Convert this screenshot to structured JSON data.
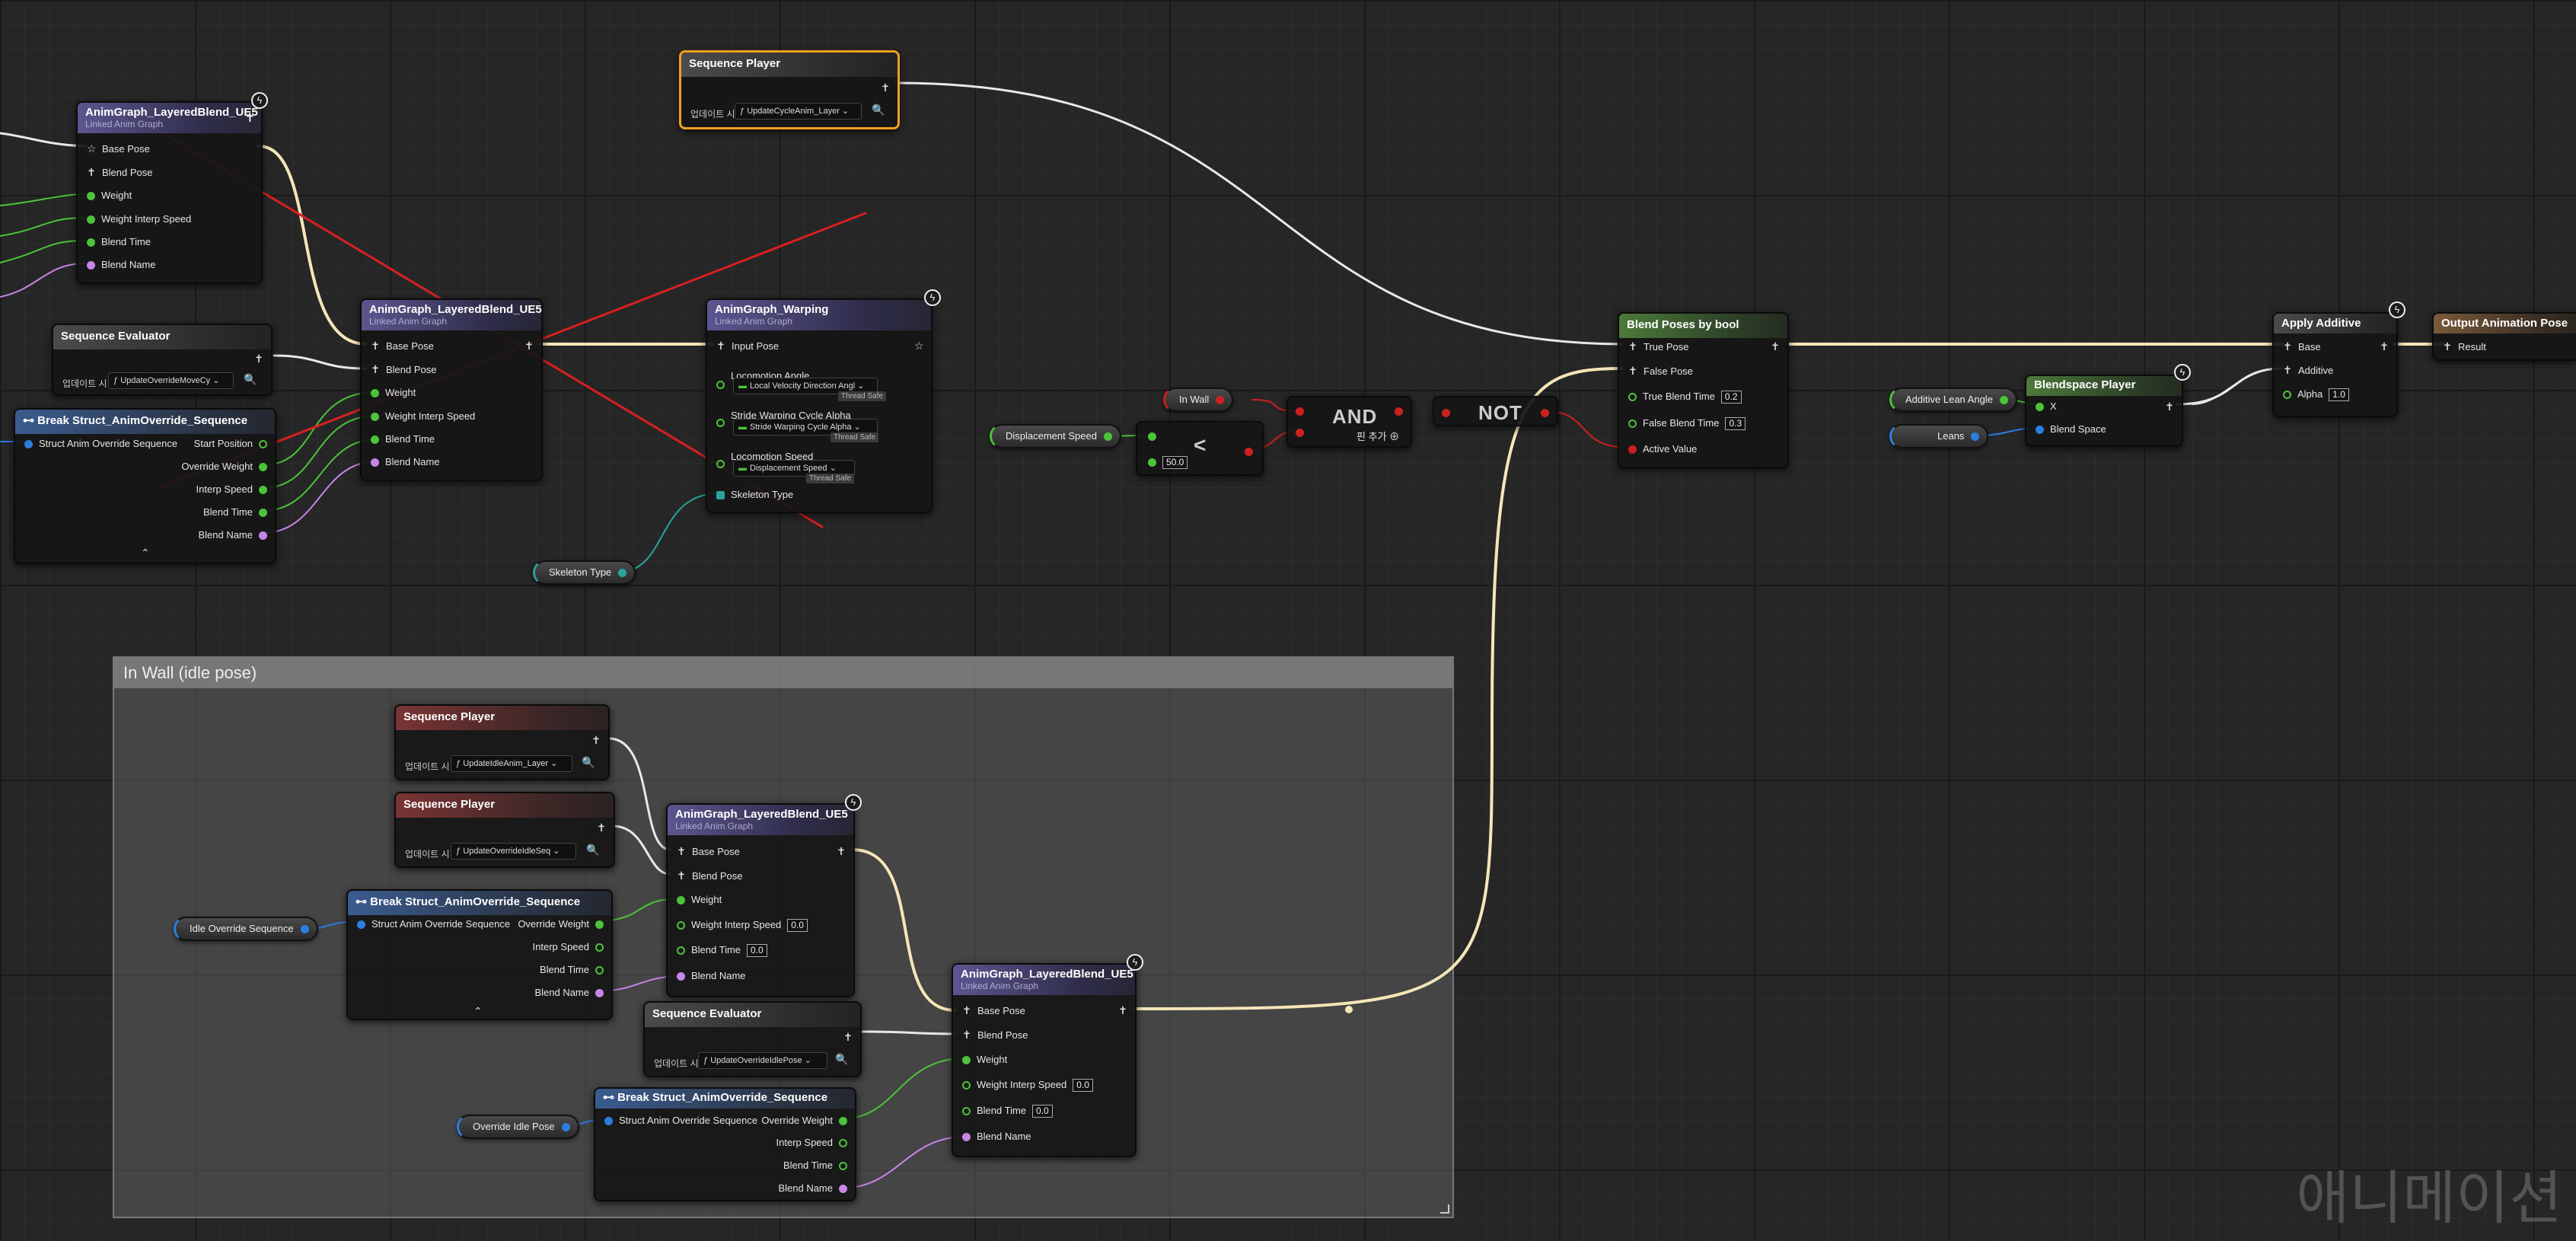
{
  "comment": {
    "title": "In Wall (idle pose)"
  },
  "labels": {
    "linked_anim_graph": "Linked Anim Graph",
    "update_prefix": "업데이트 시",
    "base_pose": "Base Pose",
    "blend_pose": "Blend Pose",
    "weight": "Weight",
    "weight_interp_speed": "Weight Interp Speed",
    "blend_time": "Blend Time",
    "blend_name": "Blend Name",
    "struct_anim_override_sequence": "Struct Anim Override Sequence",
    "start_position": "Start Position",
    "override_weight": "Override Weight",
    "interp_speed": "Interp Speed",
    "thread_safe": "Thread Safe",
    "add_pin": "핀 추가"
  },
  "nodes": {
    "layered_blend_1": {
      "title": "AnimGraph_LayeredBlend_UE5"
    },
    "sequence_evaluator_1": {
      "title": "Sequence Evaluator",
      "func": "UpdateOverrideMoveCy"
    },
    "break_struct_1": {
      "title": "Break Struct_AnimOverride_Sequence"
    },
    "layered_blend_2": {
      "title": "AnimGraph_LayeredBlend_UE5"
    },
    "sequence_player_top": {
      "title": "Sequence Player",
      "func": "UpdateCycleAnim_Layer"
    },
    "warping": {
      "title": "AnimGraph_Warping",
      "input_pose": "Input Pose",
      "locomotion_angle": "Locomotion Angle",
      "locomotion_angle_value": "Local Velocity Direction Angl",
      "stride_warping_cycle_alpha": "Stride Warping Cycle Alpha",
      "stride_warping_value": "Stride Warping Cycle Alpha",
      "locomotion_speed": "Locomotion Speed",
      "locomotion_speed_value": "Displacement Speed",
      "skeleton_type": "Skeleton Type"
    },
    "less_than": {
      "op": "<",
      "value": "50.0"
    },
    "and_node": {
      "op": "AND"
    },
    "not_node": {
      "op": "NOT"
    },
    "blend_poses_by_bool": {
      "title": "Blend Poses by bool",
      "true_pose": "True Pose",
      "false_pose": "False Pose",
      "true_blend_time": "True Blend Time",
      "true_blend_time_value": "0.2",
      "false_blend_time": "False Blend Time",
      "false_blend_time_value": "0.3",
      "active_value": "Active Value"
    },
    "blendspace_player": {
      "title": "Blendspace Player",
      "x": "X",
      "blend_space": "Blend Space"
    },
    "apply_additive": {
      "title": "Apply Additive",
      "base": "Base",
      "additive": "Additive",
      "alpha": "Alpha",
      "alpha_value": "1.0"
    },
    "output_pose": {
      "title": "Output Animation Pose",
      "result": "Result"
    },
    "seq_player_idle": {
      "title": "Sequence Player",
      "func": "UpdateIdleAnim_Layer"
    },
    "seq_player_override_idle": {
      "title": "Sequence Player",
      "func": "UpdateOverrideIdleSeq"
    },
    "layered_blend_3": {
      "title": "AnimGraph_LayeredBlend_UE5",
      "weight_interp_value": "0.0",
      "blend_time_value": "0.0"
    },
    "break_struct_2": {
      "title": "Break Struct_AnimOverride_Sequence"
    },
    "sequence_evaluator_2": {
      "title": "Sequence Evaluator",
      "func": "UpdateOverrideIdlePose"
    },
    "break_struct_3": {
      "title": "Break Struct_AnimOverride_Sequence"
    },
    "layered_blend_4": {
      "title": "AnimGraph_LayeredBlend_UE5",
      "weight_interp_value": "0.0",
      "blend_time_value": "0.0"
    }
  },
  "variables": {
    "displacement_speed": "Displacement Speed",
    "in_wall": "In Wall",
    "additive_lean_angle": "Additive Lean Angle",
    "leans": "Leans",
    "skeleton_type": "Skeleton Type",
    "idle_override_sequence": "Idle Override Sequence",
    "override_idle_pose": "Override Idle Pose"
  },
  "watermark": "애니메이션",
  "colors": {
    "selected_outline": "#f0a020",
    "float_pin": "#4cc33a",
    "name_pin": "#c785e8",
    "struct_pin": "#2a7ee0",
    "bool_pin": "#cc2020",
    "enum_pin": "#2aa39a"
  }
}
